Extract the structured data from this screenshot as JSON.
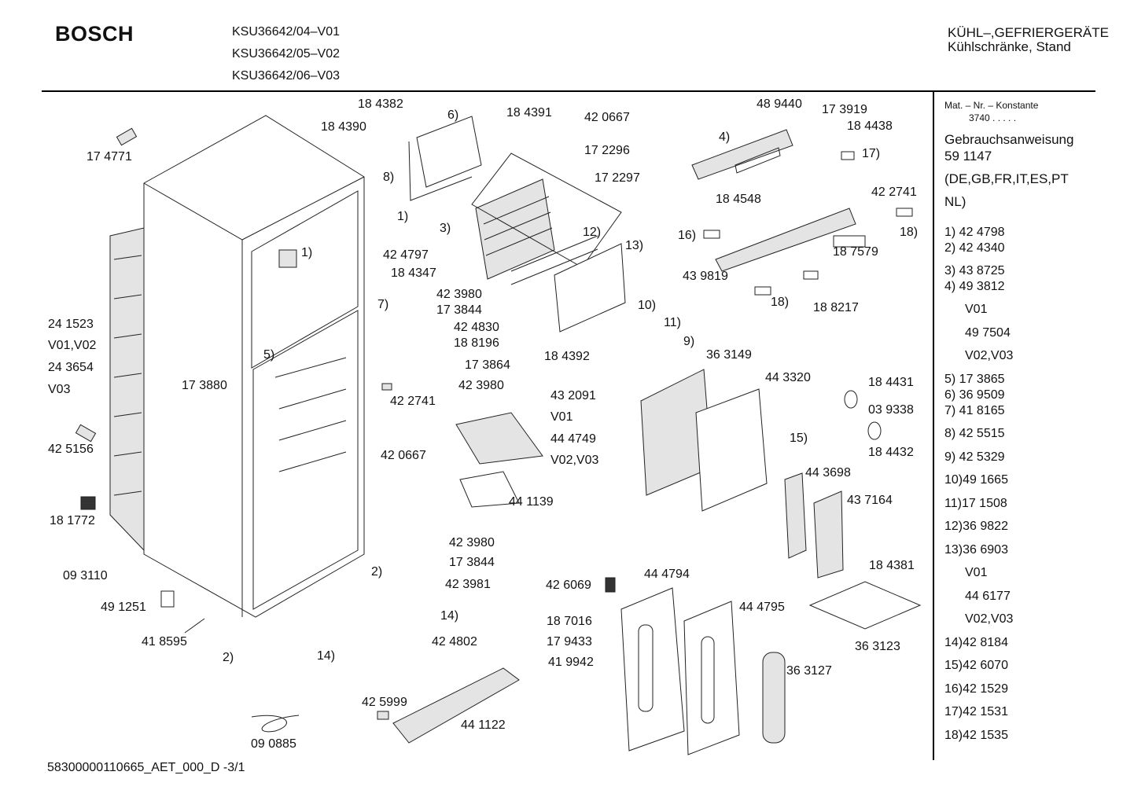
{
  "header": {
    "brand": "BOSCH",
    "models": [
      "KSU36642/04–V01",
      "KSU36642/05–V02",
      "KSU36642/06–V03"
    ],
    "category_line1": "KÜHL–,GEFRIERGERÄTE",
    "category_line2": "Kühlschränke, Stand"
  },
  "callouts": {
    "c184382": "18 4382",
    "c184390": "18 4390",
    "c6": "6)",
    "c184391": "18 4391",
    "c420667a": "42 0667",
    "c172296": "17 2296",
    "c172297": "17 2297",
    "c489440": "48 9440",
    "c173919": "17 3919",
    "c184438": "18 4438",
    "c4": "4)",
    "c17": "17)",
    "c184548": "18 4548",
    "c422741a": "42 2741",
    "c18a": "18)",
    "c174771": "17 4771",
    "c8": "8)",
    "c1a": "1)",
    "c1b": "1)",
    "c3": "3)",
    "c424797": "42 4797",
    "c184347": "18 4347",
    "c12": "12)",
    "c13": "13)",
    "c16": "16)",
    "c187579": "18 7579",
    "c439819": "43 9819",
    "c18b": "18)",
    "c188217": "18 8217",
    "c7": "7)",
    "c423980a": "42 3980",
    "c173844a": "17 3844",
    "c424830": "42 4830",
    "c188196": "18 8196",
    "c173864": "17 3864",
    "c423980b": "42 3980",
    "c422741b": "42 2741",
    "c10": "10)",
    "c11": "11)",
    "c9": "9)",
    "c184392": "18 4392",
    "c363149": "36 3149",
    "c443320": "44 3320",
    "c241523": "24 1523",
    "cV01V02": "V01,V02",
    "c243654": "24 3654",
    "cV03": "V03",
    "c5": "5)",
    "c173880": "17 3880",
    "c432091": "43 2091",
    "cV01a": "V01",
    "c444749": "44 4749",
    "cV02V03a": "V02,V03",
    "c184431": "18 4431",
    "c039338": "03 9338",
    "c184432": "18 4432",
    "c15": "15)",
    "c425156": "42 5156",
    "c420667b": "42 0667",
    "c441139": "44 1139",
    "c443698": "44 3698",
    "c437164": "43 7164",
    "c181772": "18 1772",
    "c423980c": "42 3980",
    "c173844b": "17 3844",
    "c423981": "42 3981",
    "c093110": "09 3110",
    "c2a": "2)",
    "c426069": "42 6069",
    "c444794": "44 4794",
    "c184381": "18 4381",
    "c491251": "49 1251",
    "c14a": "14)",
    "c187016": "18 7016",
    "c444795": "44 4795",
    "c418595": "41 8595",
    "c424802": "42 4802",
    "c179433": "17 9433",
    "c363123": "36 3123",
    "c2b": "2)",
    "c14b": "14)",
    "c419942": "41 9942",
    "c363127": "36 3127",
    "c425999": "42 5999",
    "c441122": "44 1122",
    "c090885": "09 0885"
  },
  "sidebar": {
    "mat_heading": "Mat. – Nr. – Konstante",
    "mat_value": "3740  .   .   .   .   .",
    "manual_title": "Gebrauchsanweisung",
    "manual_number": "59 1147",
    "languages_line1": "(DE,GB,FR,IT,ES,PT",
    "languages_line2": "NL)",
    "parts": [
      "1) 42 4798",
      "2) 42 4340",
      "3) 43 8725",
      "4) 49 3812",
      "V01",
      "49 7504",
      "V02,V03",
      "5) 17 3865",
      "6) 36 9509",
      "7) 41 8165",
      "8) 42 5515",
      "9) 42 5329",
      "10)49 1665",
      "11)17 1508",
      "12)36 9822",
      "13)36 6903",
      "V01",
      "44 6177",
      "V02,V03",
      "14)42 8184",
      "15)42 6070",
      "16)42 1529",
      "17)42 1531",
      "18)42 1535"
    ]
  },
  "footer": {
    "doc_id": "58300000110665_AET_000_D  -3/1"
  }
}
